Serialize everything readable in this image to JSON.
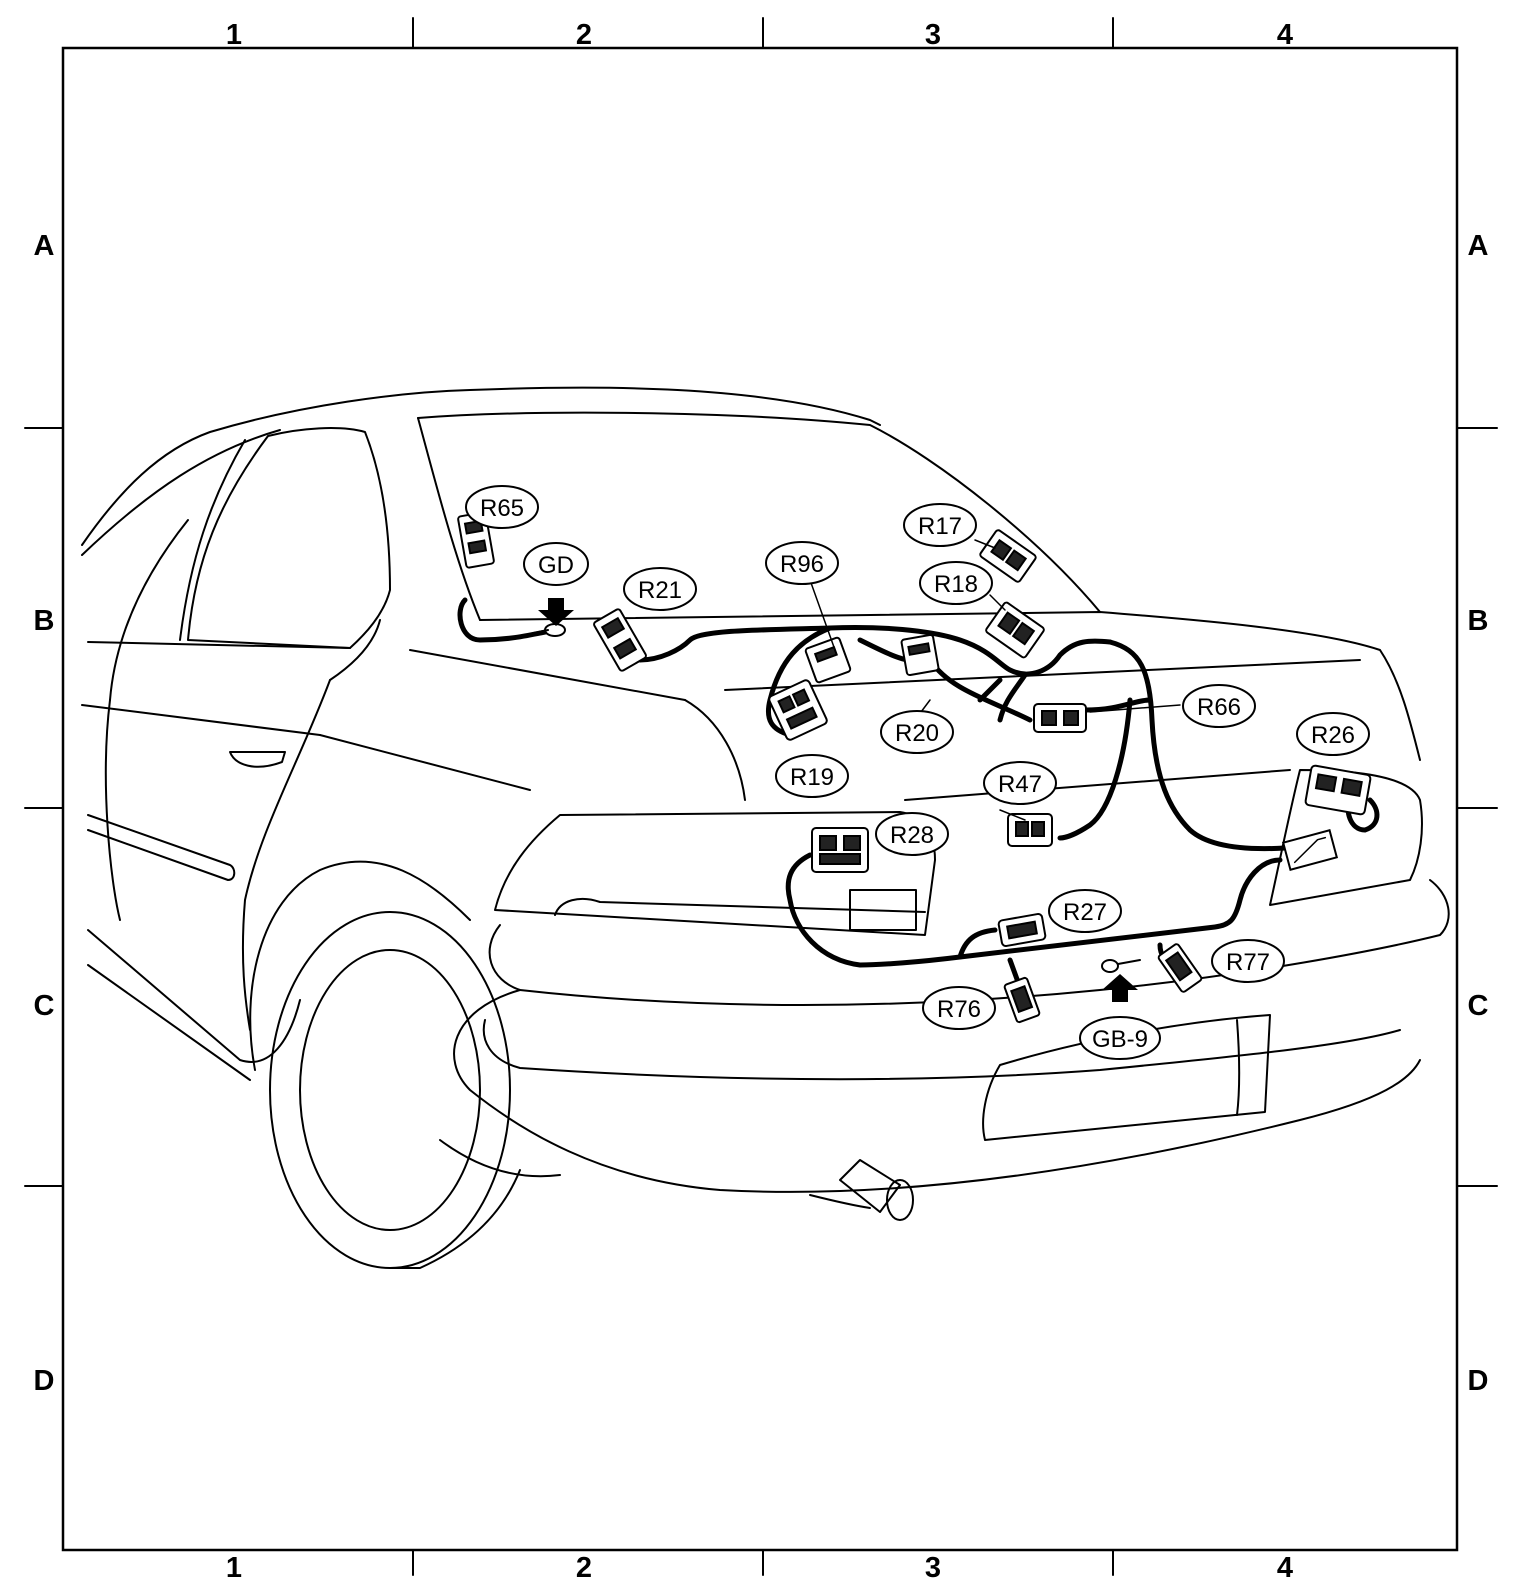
{
  "grid": {
    "columns": [
      "1",
      "2",
      "3",
      "4"
    ],
    "rows": [
      "A",
      "B",
      "C",
      "D"
    ]
  },
  "connectors": {
    "R65": "R65",
    "GD": "GD",
    "R21": "R21",
    "R96": "R96",
    "R17": "R17",
    "R18": "R18",
    "R66": "R66",
    "R20": "R20",
    "R19": "R19",
    "R26": "R26",
    "R47": "R47",
    "R28": "R28",
    "R27": "R27",
    "R77": "R77",
    "R76": "R76",
    "GB9": "GB-9"
  }
}
